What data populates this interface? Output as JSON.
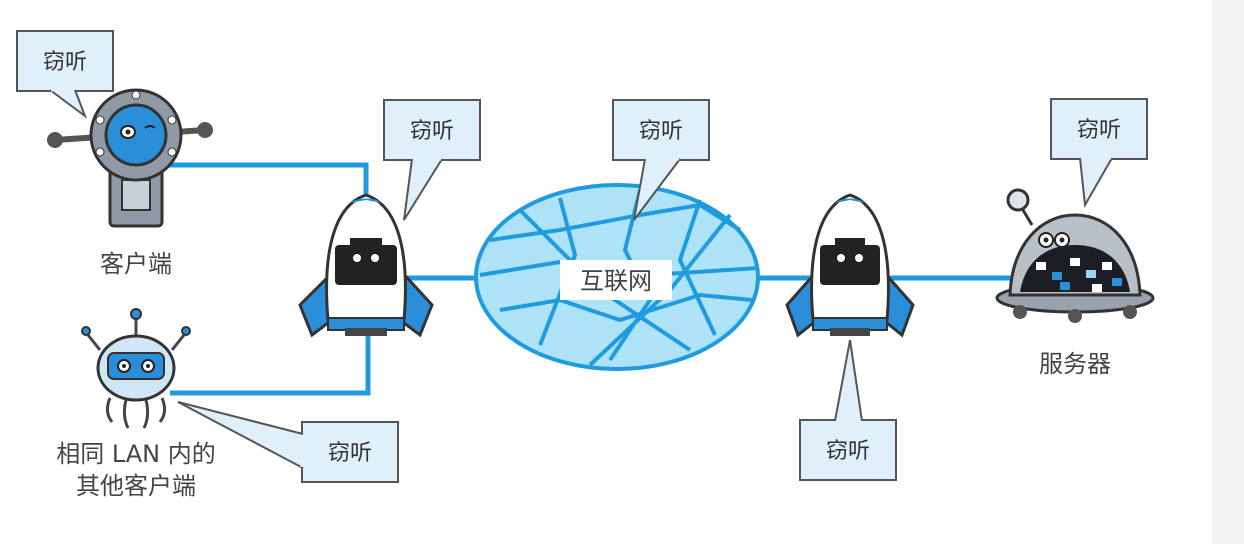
{
  "labels": {
    "client": "客户端",
    "lan_client_line1": "相同 LAN 内的",
    "lan_client_line2": "其他客户端",
    "internet": "互联网",
    "server": "服务器"
  },
  "bubbles": [
    {
      "id": "client",
      "text": "窃听"
    },
    {
      "id": "router-left",
      "text": "窃听"
    },
    {
      "id": "internet",
      "text": "窃听"
    },
    {
      "id": "server",
      "text": "窃听"
    },
    {
      "id": "lan",
      "text": "窃听"
    },
    {
      "id": "router-right",
      "text": "窃听"
    }
  ],
  "colors": {
    "network_line": "#1f9be0",
    "bubble_fill": "#dff0fa",
    "bubble_stroke": "#555555",
    "cloud_fill": "#aee3f7",
    "robot_blue": "#2a8fd8",
    "robot_dark": "#222222"
  }
}
